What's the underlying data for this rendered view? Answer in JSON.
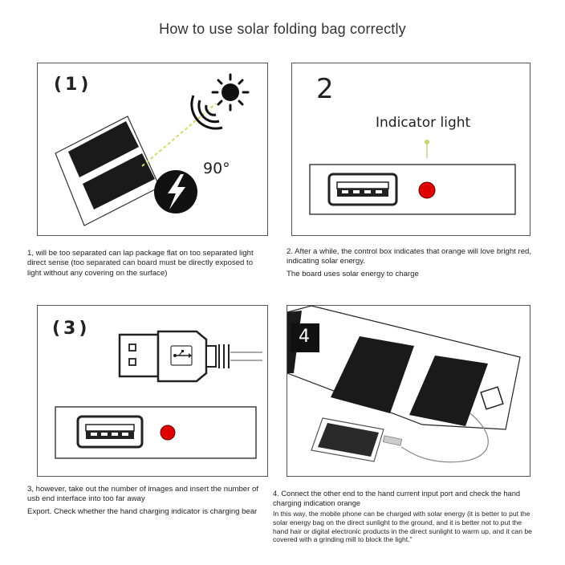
{
  "title": "How to use solar folding bag correctly",
  "panels": {
    "p1": {
      "number": "(1)",
      "angle_label": "90°",
      "caption": "1, will be too separated can lap package flat on too separated light direct sense (too separated can board must be directly exposed to light without any covering on the surface)"
    },
    "p2": {
      "number": "2",
      "indicator_label": "Indicator light",
      "caption_line1": "2. After a while, the control box indicates that orange will love bright red, indicating solar energy.",
      "caption_line2": "The board uses solar energy to charge"
    },
    "p3": {
      "number": "(3)",
      "caption_line1": "3, however, take out the number of images and insert the number of usb end interface into too far away",
      "caption_line2": "Export. Check whether the hand charging indicator is charging bear"
    },
    "p4": {
      "number": "4",
      "caption_line1": "4. Connect the other end to the hand current input port and check the hand charging indication orange",
      "caption_line2": "In this way, the mobile phone can be charged with solar energy (it is better to put the solar energy bag on the direct sunlight to the ground, and it is better not to put the hand hair or digital electronic products in the direct sunlight to warm up, and it can be covered with a grinding mill to block the light.\""
    }
  },
  "colors": {
    "indicator_red": "#e00000",
    "panel_black": "#1a1a1a",
    "beam_yellow": "#d6d86a"
  },
  "icons": [
    "sun-icon",
    "signal-waves-icon",
    "lightning-icon",
    "usb-port-icon",
    "usb-plug-icon",
    "usb-symbol-icon",
    "phone-icon"
  ]
}
